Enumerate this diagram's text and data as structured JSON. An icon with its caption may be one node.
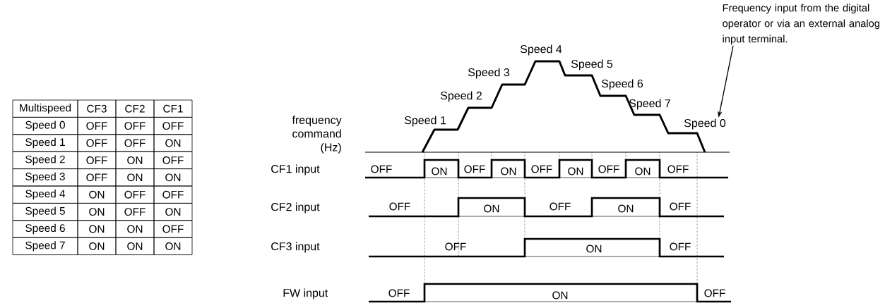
{
  "diagram": {
    "nodes": [
      {
        "text": [
          "Frequency input from the digital operator or via an external analog input terminal."
        ]
      },
      {
        "text": [
          "Speed 0"
        ]
      }
    ],
    "edges": [
      {
        "from": 0,
        "to": 1,
        "arrow": "to"
      }
    ],
    "labels": [
      "Multispeed",
      "CF3",
      "CF2",
      "CF1",
      "Speed 0",
      "OFF",
      "OFF",
      "OFF",
      "Speed 1",
      "OFF",
      "OFF",
      "ON",
      "Speed 2",
      "OFF",
      "ON",
      "OFF",
      "Speed 3",
      "OFF",
      "ON",
      "ON",
      "Speed 4",
      "ON",
      "OFF",
      "OFF",
      "Speed 5",
      "ON",
      "OFF",
      "ON",
      "Speed 6",
      "ON",
      "ON",
      "OFF",
      "Speed 7",
      "ON",
      "ON",
      "ON",
      "frequency command (Hz)",
      "Speed 1",
      "Speed 2",
      "Speed 3",
      "Speed 4",
      "Speed 5",
      "Speed 6",
      "Speed 7",
      "CF1 input",
      "CF2 input",
      "CF3 input",
      "FW input",
      "OFF",
      "ON",
      "OFF",
      "ON",
      "OFF",
      "ON",
      "OFF",
      "ON",
      "OFF",
      "OFF",
      "ON",
      "OFF",
      "ON",
      "OFF",
      "OFF",
      "ON",
      "OFF",
      "OFF",
      "ON",
      "OFF"
    ]
  }
}
